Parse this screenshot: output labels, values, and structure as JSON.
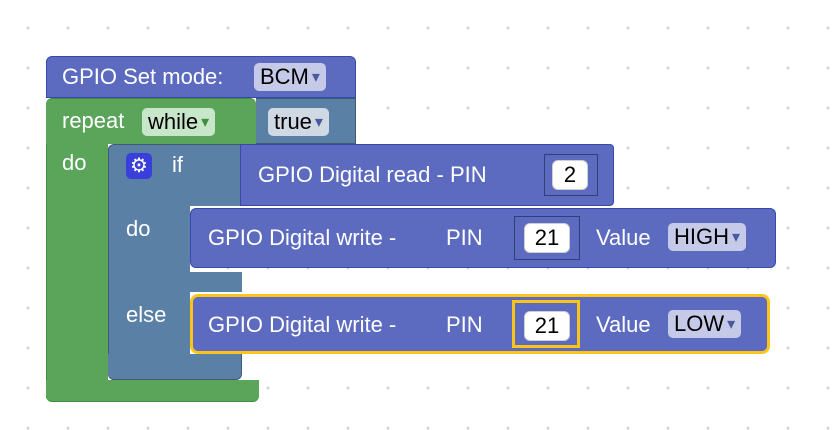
{
  "setmode": {
    "label": "GPIO Set mode:",
    "value": "BCM"
  },
  "repeat": {
    "label": "repeat",
    "mode": "while",
    "condition": "true",
    "do_label": "do"
  },
  "ifblock": {
    "if_label": "if",
    "do_label": "do",
    "else_label": "else"
  },
  "read": {
    "label": "GPIO Digital read - PIN",
    "pin": "2"
  },
  "write1": {
    "label": "GPIO Digital write -",
    "pin_label": "PIN",
    "pin": "21",
    "value_label": "Value",
    "value": "HIGH"
  },
  "write2": {
    "label": "GPIO Digital write -",
    "pin_label": "PIN",
    "pin": "21",
    "value_label": "Value",
    "value": "LOW"
  },
  "icons": {
    "dropdown": "▾",
    "gear": "⚙"
  },
  "colors": {
    "gpio_block": "#5c6bc0",
    "loop_block": "#5ba55b",
    "logic_block": "#5b80a5",
    "selected_outline": "#fcc419",
    "field_bg": "#c5cae9"
  }
}
